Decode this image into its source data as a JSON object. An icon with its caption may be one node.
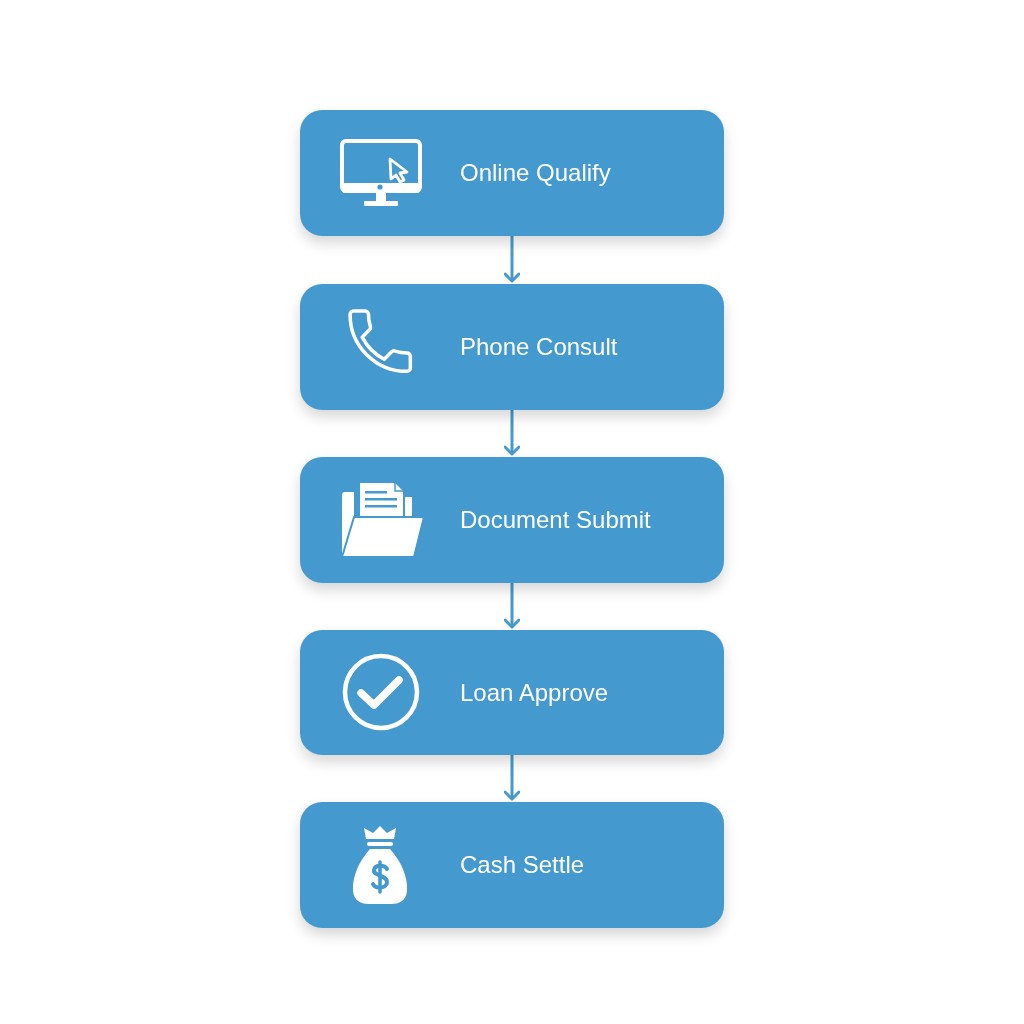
{
  "diagram": {
    "nodes": [
      {
        "text": [
          "Online Qualify"
        ]
      },
      {
        "text": [
          "Phone Consult"
        ]
      },
      {
        "text": [
          "Document Submit"
        ]
      },
      {
        "text": [
          "Loan Approve"
        ]
      },
      {
        "text": [
          "Cash Settle"
        ]
      }
    ],
    "edges": [
      {
        "from": 0,
        "to": 1,
        "arrow": "to"
      },
      {
        "from": 1,
        "to": 2,
        "arrow": "to"
      },
      {
        "from": 2,
        "to": 3,
        "arrow": "to"
      },
      {
        "from": 3,
        "to": 4,
        "arrow": "to"
      }
    ]
  }
}
